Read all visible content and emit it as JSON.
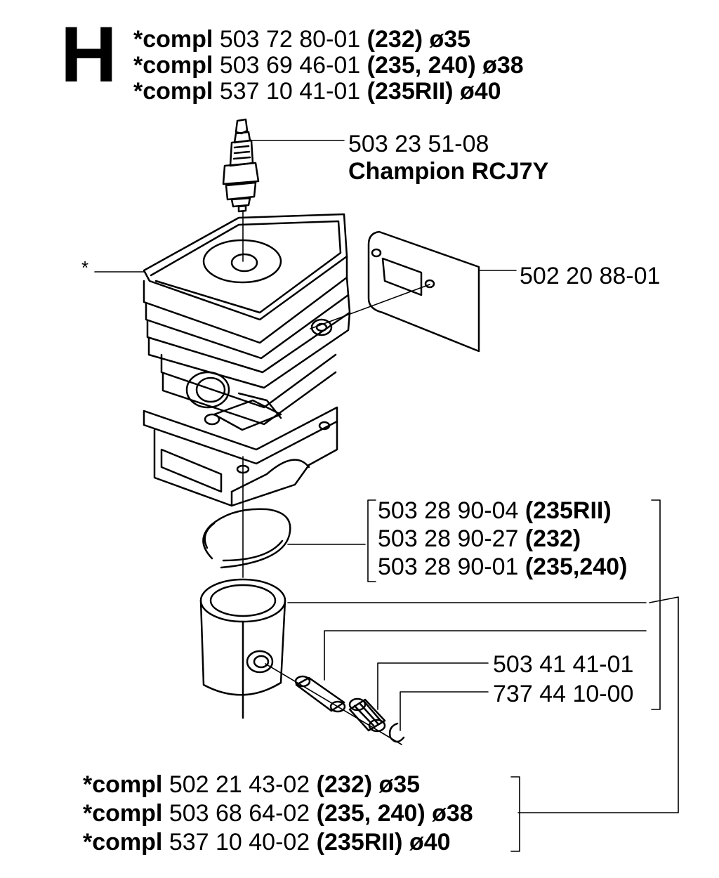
{
  "section_letter": "H",
  "top_complete": [
    {
      "prefix": "*compl",
      "part": "503 72 80-01",
      "models": "(232)",
      "size": "ø35"
    },
    {
      "prefix": "*compl",
      "part": "503 69 46-01",
      "models": "(235, 240)",
      "size": "ø38"
    },
    {
      "prefix": "*compl",
      "part": "537 10 41-01",
      "models": "(235RII)",
      "size": "ø40"
    }
  ],
  "spark_plug": {
    "part": "503 23 51-08",
    "name": "Champion RCJ7Y"
  },
  "cylinder_marker": "*",
  "gasket": {
    "part": "502 20 88-01"
  },
  "piston_rings": [
    {
      "part": "503 28 90-04",
      "models": "(235RII)"
    },
    {
      "part": "503 28 90-27",
      "models": "(232)"
    },
    {
      "part": "503 28 90-01",
      "models": "(235,240)"
    }
  ],
  "pin_bearing": [
    {
      "part": "503 41 41-01"
    },
    {
      "part": "737 44 10-00"
    }
  ],
  "bottom_complete": [
    {
      "prefix": "*compl",
      "part": "502 21 43-02",
      "models": "(232)",
      "size": "ø35"
    },
    {
      "prefix": "*compl",
      "part": "503 68 64-02",
      "models": "(235, 240)",
      "size": "ø38"
    },
    {
      "prefix": "*compl",
      "part": "537 10 40-02",
      "models": "(235RII)",
      "size": "ø40"
    }
  ]
}
